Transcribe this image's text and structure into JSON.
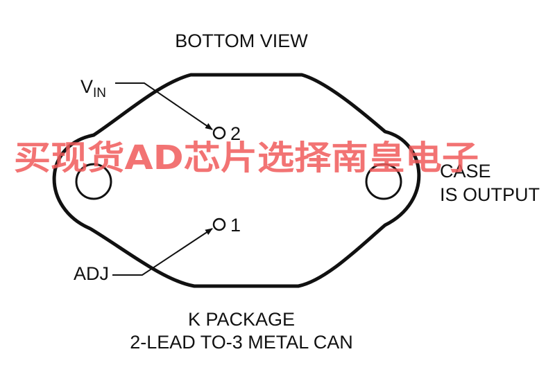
{
  "diagram": {
    "title": "BOTTOM VIEW",
    "pins": [
      {
        "number": "2",
        "label": "V",
        "label_sub": "IN"
      },
      {
        "number": "1",
        "label": "ADJ"
      }
    ],
    "case_label_line1": "CASE",
    "case_label_line2": "IS OUTPUT",
    "caption_line1": "K PACKAGE",
    "caption_line2": "2-LEAD TO-3 METAL CAN"
  },
  "watermark": "买现货AD芯片选择南皇电子",
  "colors": {
    "outline": "#111111",
    "watermark": "#f05a5a"
  }
}
